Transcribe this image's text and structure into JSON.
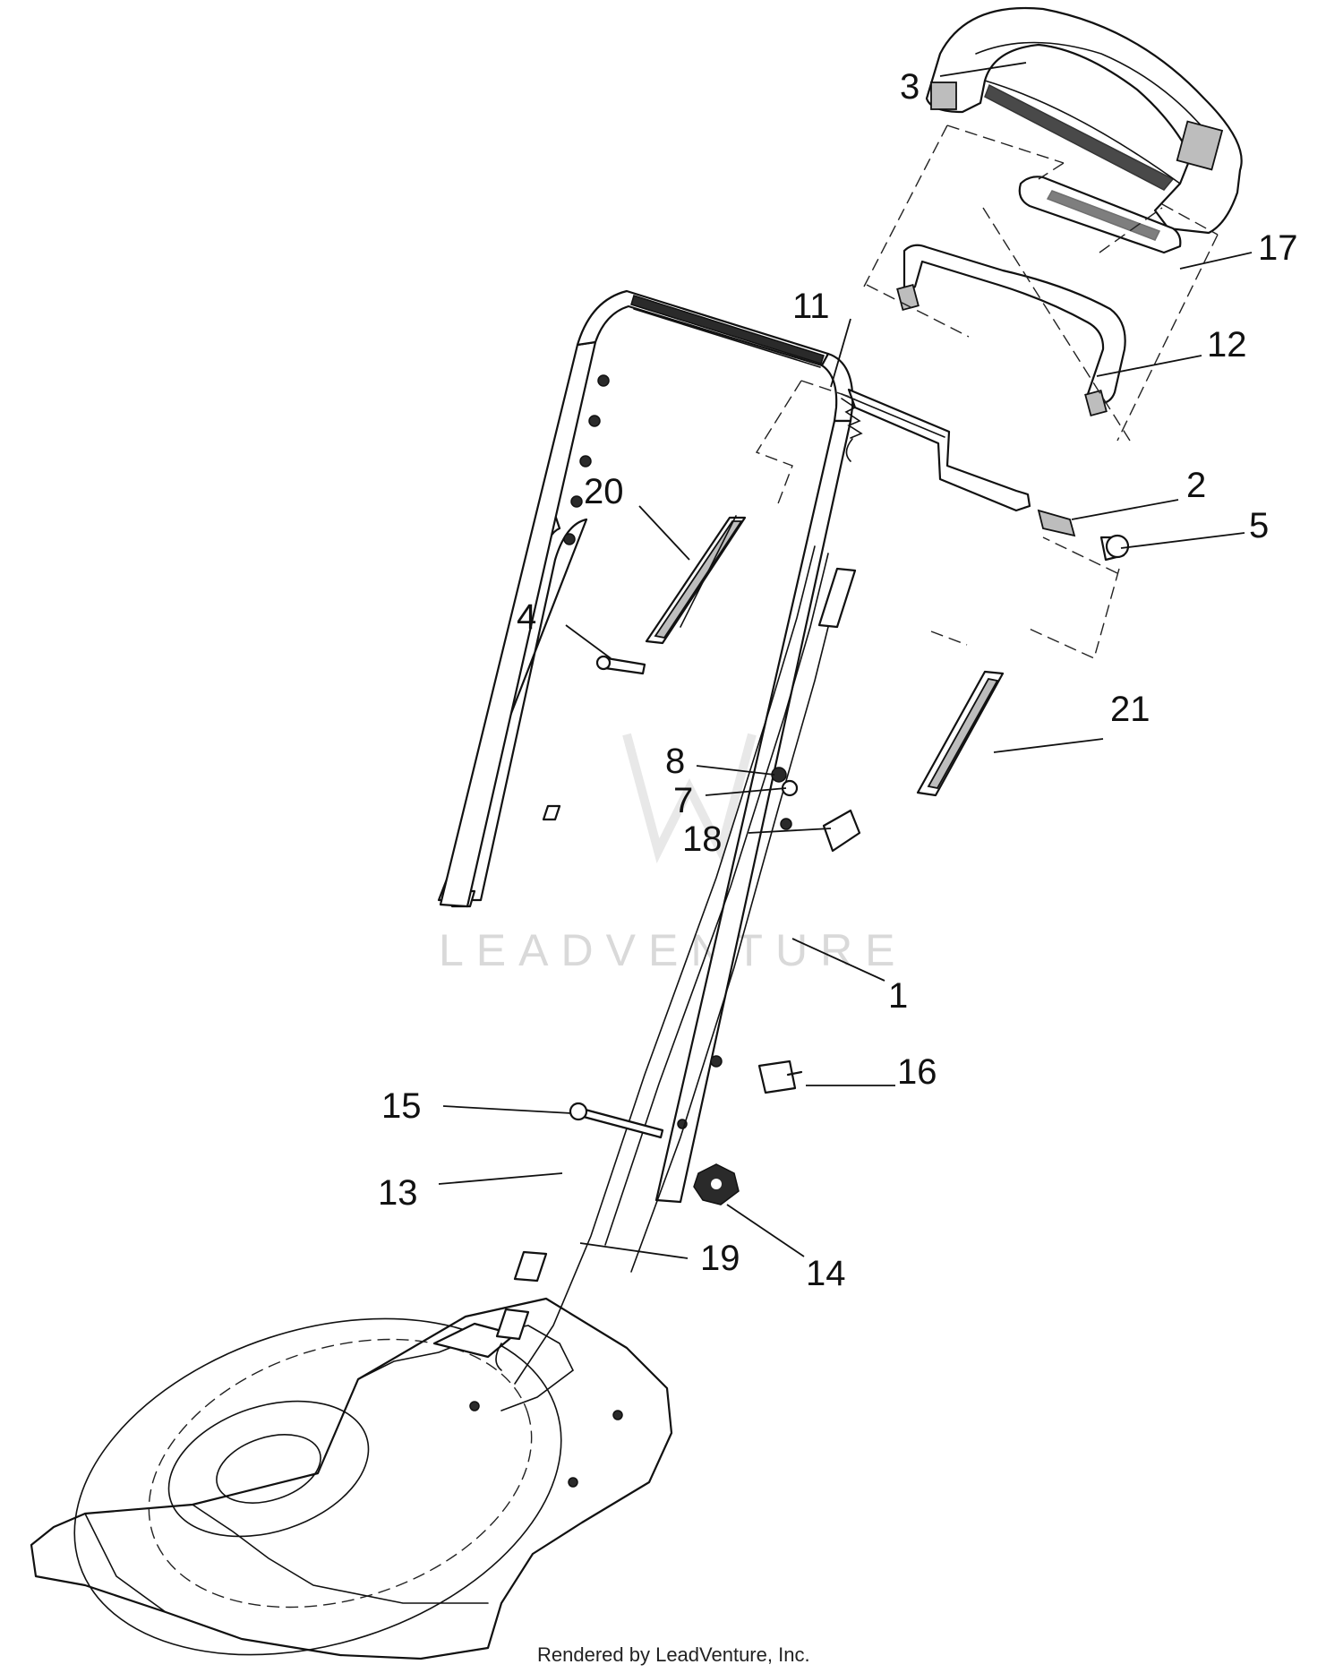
{
  "callouts": [
    {
      "id": "c3",
      "label": "3"
    },
    {
      "id": "c17",
      "label": "17"
    },
    {
      "id": "c11",
      "label": "11"
    },
    {
      "id": "c12",
      "label": "12"
    },
    {
      "id": "c2",
      "label": "2"
    },
    {
      "id": "c5",
      "label": "5"
    },
    {
      "id": "c20",
      "label": "20"
    },
    {
      "id": "c4",
      "label": "4"
    },
    {
      "id": "c21",
      "label": "21"
    },
    {
      "id": "c8",
      "label": "8"
    },
    {
      "id": "c7",
      "label": "7"
    },
    {
      "id": "c18",
      "label": "18"
    },
    {
      "id": "c1",
      "label": "1"
    },
    {
      "id": "c16",
      "label": "16"
    },
    {
      "id": "c15",
      "label": "15"
    },
    {
      "id": "c13",
      "label": "13"
    },
    {
      "id": "c19",
      "label": "19"
    },
    {
      "id": "c14",
      "label": "14"
    }
  ],
  "watermark": {
    "text": "LEADVENTURE"
  },
  "footer": {
    "text": "Rendered by LeadVenture, Inc."
  },
  "colors": {
    "line": "#111111",
    "background": "#ffffff",
    "watermark": "#d9d9d9"
  }
}
